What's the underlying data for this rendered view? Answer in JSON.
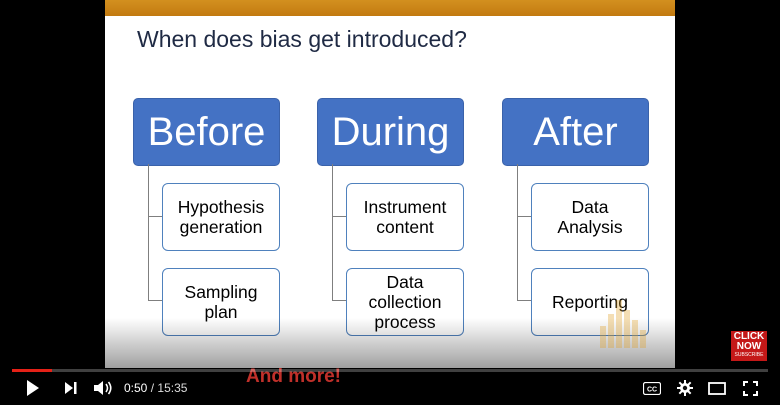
{
  "slide": {
    "title": "When does bias get introduced?",
    "columns": [
      {
        "heading": "Before",
        "items": [
          [
            "Hypothesis",
            "generation"
          ],
          [
            "Sampling",
            "plan"
          ]
        ]
      },
      {
        "heading": "During",
        "items": [
          [
            "Instrument",
            "content"
          ],
          [
            "Data",
            "collection",
            "process"
          ]
        ]
      },
      {
        "heading": "After",
        "items": [
          [
            "Data",
            "Analysis"
          ],
          [
            "Reporting"
          ]
        ]
      }
    ],
    "footer_text": "And more!"
  },
  "overlay": {
    "click_now_line1": "CLICK",
    "click_now_line2": "NOW",
    "click_now_line3": "SUBSCRIBE"
  },
  "player": {
    "current_time": "0:50",
    "separator": "/",
    "duration": "15:35",
    "progress_fraction": 0.053,
    "captions_label": "CC",
    "colors": {
      "progress": "#e52117",
      "accent_box": "#4472c4",
      "title_bar": "#c88418"
    }
  }
}
